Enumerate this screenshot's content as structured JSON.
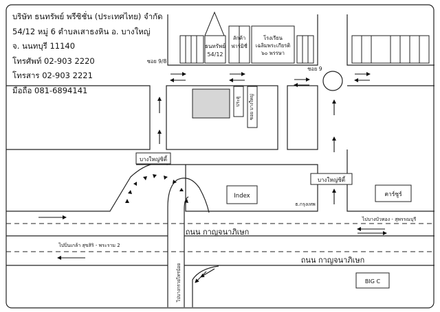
{
  "address": {
    "company": "บริษัท ธนทรัพย์ พรีซิชั่น (ประเทศไทย) จำกัด",
    "line1": "54/12 หมู่ 6 ตำบลเสาธงหิน อ. บางใหญ่",
    "line2": "จ. นนทบุรี 11140",
    "phone": "โทรศัพท์ 02-903 2220",
    "fax": "โทรสาร 02-903 2221",
    "mobile": "มือถือ 081-6894141"
  },
  "labels": {
    "company_building": "ธนทรัพย์",
    "company_no": "54/12",
    "pharmacy_1": "ลักค้า",
    "pharmacy_2": "ฟาร์มิซี่",
    "school_1": "โรงเรียน",
    "school_2": "เฉลิมพระเกียรติ",
    "school_3": "๖๐ พรรษา",
    "soi_left": "ซอย 9/8",
    "soi_right": "ซอย 9",
    "soi_vertical": "ประตู",
    "shop_vertical": "ซอย บางใหญ่",
    "bus_left": "บางใหญ่ซิตี้",
    "bus_right": "บางใหญ่ซิตี้",
    "index": "Index",
    "carpark": "คาร์ซูร์",
    "bank": "ธ.กรุงเทพ",
    "bigc": "BIG C",
    "road_1": "ถนน กาญจนาภิเษก",
    "road_2": "ถนน กาญจนาภิเษก",
    "dir_right": "ไปบางบัวทอง - สุพรรณบุรี",
    "dir_left": "ไปปิ่นเกล้า สุขสิริ - พระราม 2",
    "dir_down": "ไปบางกรวยไทรน้อย"
  }
}
